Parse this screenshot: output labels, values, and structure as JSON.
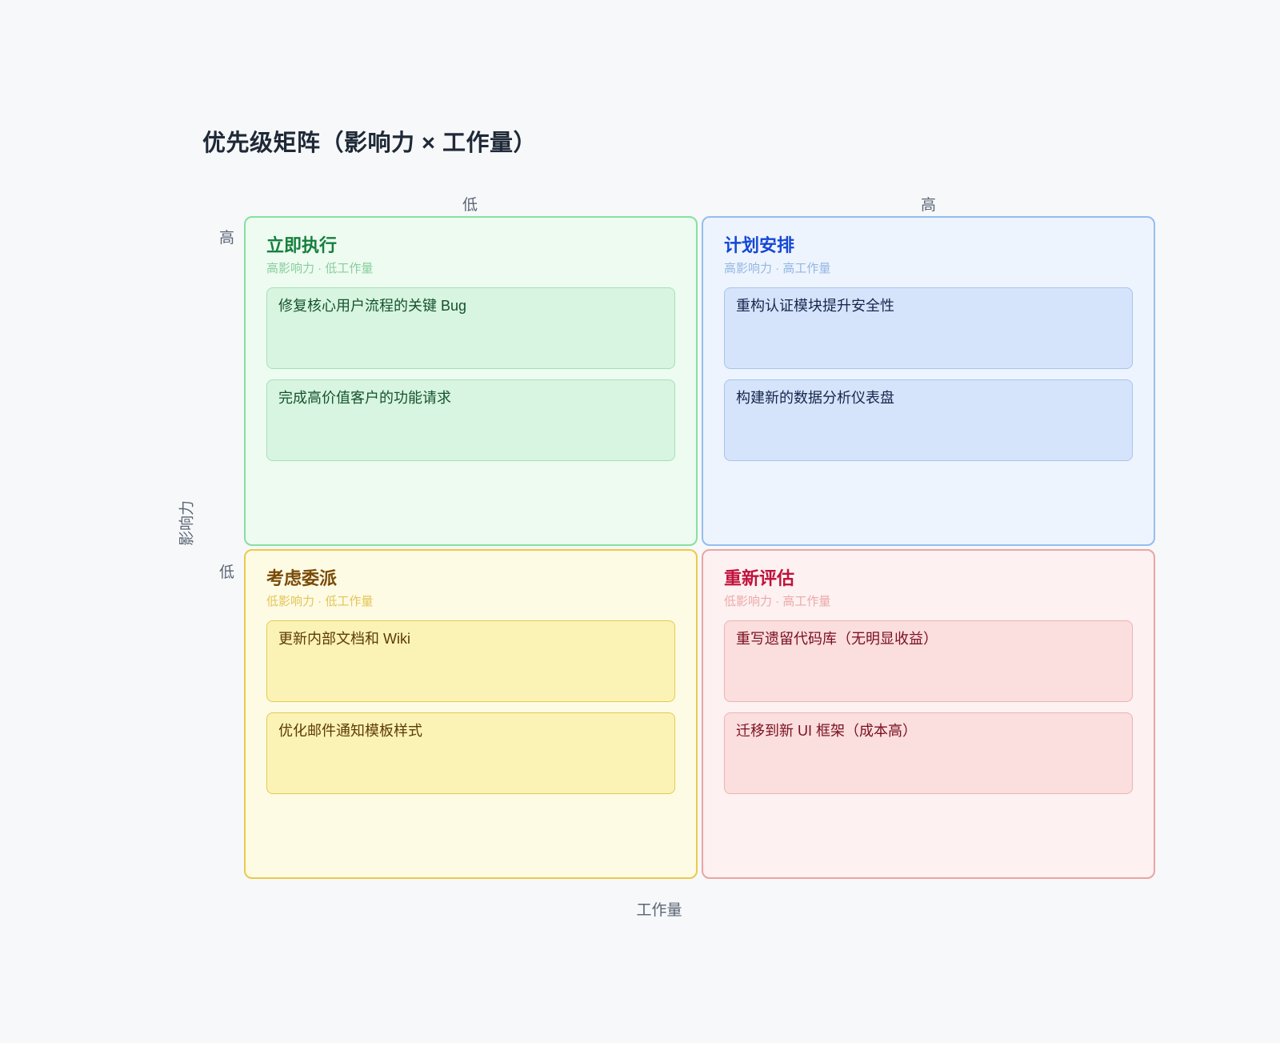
{
  "page": {
    "title": "优先级矩阵（影响力 × 工作量）",
    "background_color": "#f7f8fa",
    "title_color": "#1f2937"
  },
  "axes": {
    "x_label": "工作量",
    "y_label": "影响力",
    "x_ticks": {
      "low": "低",
      "high": "高"
    },
    "y_ticks": {
      "high": "高",
      "low": "低"
    },
    "tick_color": "#5b6574"
  },
  "quadrants": [
    {
      "key": "do-now",
      "position": "top-left",
      "title": "立即执行",
      "subtitle": "高影响力 · 低工作量",
      "accent_color": "#15803d",
      "border_color": "#86e0a0",
      "background_color": "#eefbf1",
      "cards": [
        {
          "text": "修复核心用户流程的关键 Bug"
        },
        {
          "text": "完成高价值客户的功能请求"
        }
      ]
    },
    {
      "key": "schedule",
      "position": "top-right",
      "title": "计划安排",
      "subtitle": "高影响力 · 高工作量",
      "accent_color": "#1447d6",
      "border_color": "#93bdf0",
      "background_color": "#eef4fd",
      "cards": [
        {
          "text": "重构认证模块提升安全性"
        },
        {
          "text": "构建新的数据分析仪表盘"
        }
      ]
    },
    {
      "key": "delegate",
      "position": "bottom-left",
      "title": "考虑委派",
      "subtitle": "低影响力 · 低工作量",
      "accent_color": "#7a4a09",
      "border_color": "#ecc94b",
      "background_color": "#fdfbe3",
      "cards": [
        {
          "text": "更新内部文档和 Wiki"
        },
        {
          "text": "优化邮件通知模板样式"
        }
      ]
    },
    {
      "key": "reevaluate",
      "position": "bottom-right",
      "title": "重新评估",
      "subtitle": "低影响力 · 高工作量",
      "accent_color": "#c0123c",
      "border_color": "#eda3a3",
      "background_color": "#fdf1f1",
      "cards": [
        {
          "text": "重写遗留代码库（无明显收益）"
        },
        {
          "text": "迁移到新 UI 框架（成本高）"
        }
      ]
    }
  ]
}
